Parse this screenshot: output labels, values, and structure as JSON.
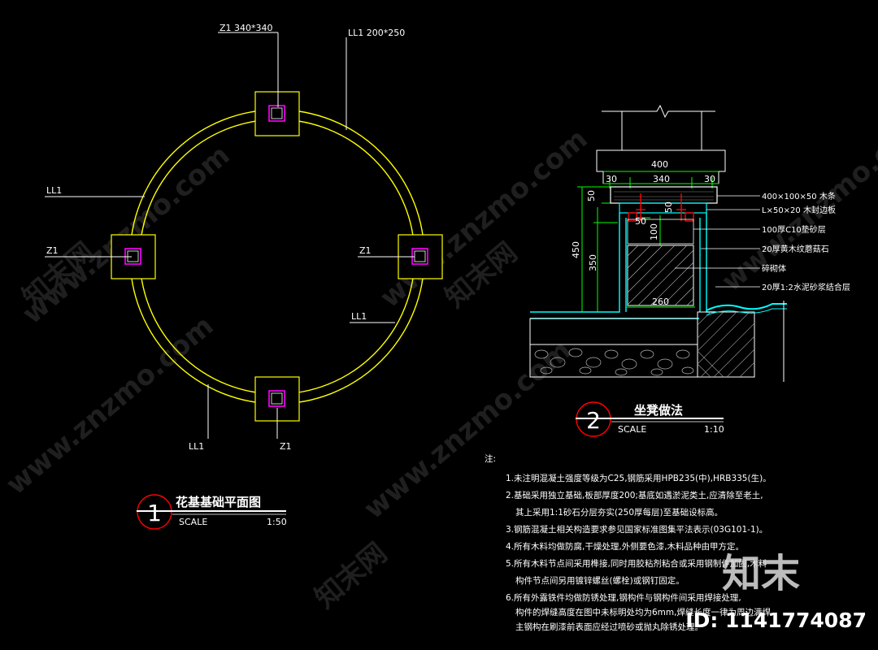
{
  "colors": {
    "background": "#000000",
    "outline": "#ffff00",
    "white_line": "#ffffff",
    "green_dim": "#00ff00",
    "cyan": "#00ffff",
    "magenta": "#ff00ff",
    "red": "#ff0000",
    "watermark": "#555555"
  },
  "plan": {
    "label_z1_top": "Z1 340*340",
    "label_ll1_top": "LL1 200*250",
    "label_ll1_left": "LL1",
    "label_z1_left": "Z1",
    "label_z1_right": "Z1",
    "label_ll1_right": "LL1",
    "label_ll1_bottom": "LL1",
    "label_z1_bottom": "Z1",
    "title_number": "1",
    "title": "花基基础平面图",
    "scale_label": "SCALE",
    "scale_value": "1:50"
  },
  "section": {
    "dim_top_total": "400",
    "dim_top_left": "30",
    "dim_top_mid": "340",
    "dim_top_right": "30",
    "dim_50_a": "50",
    "dim_450": "450",
    "dim_350": "350",
    "dim_50_b": "50",
    "dim_50_c": "50",
    "dim_100": "100",
    "dim_260": "260",
    "callouts": [
      "400×100×50 木条",
      "L×50×20 木封边板",
      "100厚C10垫砂层",
      "20厚黄木纹蘑菇石",
      "碎砌体",
      "20厚1:2水泥砂浆结合层"
    ],
    "title_number": "2",
    "title": "坐凳做法",
    "scale_label": "SCALE",
    "scale_value": "1:10"
  },
  "notes": {
    "heading": "注:",
    "lines": [
      "1.未注明混凝土强度等级为C25,钢筋采用HPB235(中),HRB335(生)。",
      "2.基础采用独立基础,板部厚度200;基底如遇淤泥类土,应清除至老土,",
      "其上采用1:1砂石分层夯实(250厚每层)至基础设标高。",
      "3.钢筋混凝土相关构造要求参见国家标准图集平法表示(03G101-1)。",
      "4.所有木料均做防腐,干燥处理,外侧要色漆,木料品种由甲方定。",
      "5.所有木料节点间采用榫接,同时用胶粘剂粘合或采用钢制件加固,木料",
      "构件节点间另用镀锌螺丝(螺栓)或钢钉固定。",
      "6.所有外露铁件均做防锈处理,钢构件与钢构件间采用焊接处理,",
      "构件的焊缝高度在图中未标明处均为6mm,焊缝长度一律为周边满焊,",
      "主钢构在刷漆前表面应经过喷砂或抛丸除锈处理。"
    ]
  },
  "watermark": {
    "text_cn": "知末网",
    "text_url": "www.znzmo.com",
    "logo": "知末",
    "id_text": "ID: 1141774087"
  }
}
